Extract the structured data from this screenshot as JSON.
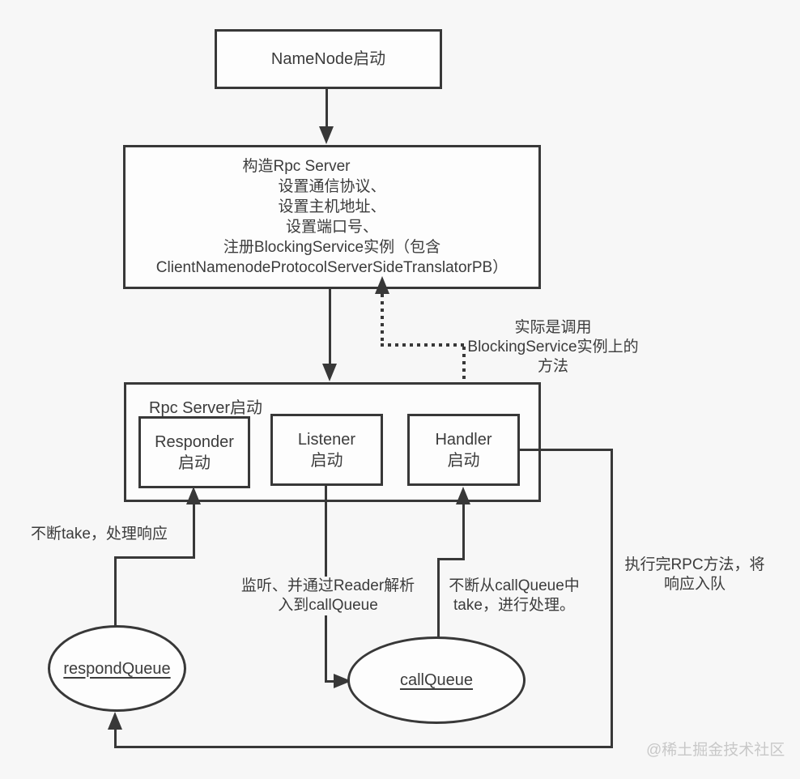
{
  "colors": {
    "background": "#f7f7f7",
    "line": "#383838",
    "text": "#3c3c3c",
    "node_fill": "#fdfdfd",
    "watermark": "#c8c8c8"
  },
  "nodes": {
    "namenode": {
      "label": "NameNode启动"
    },
    "construct": {
      "lines": [
        "构造Rpc Server",
        "设置通信协议、",
        "设置主机地址、",
        "设置端口号、",
        "注册BlockingService实例（包含",
        "ClientNamenodeProtocolServerSideTranslatorPB）"
      ]
    },
    "rpc_server_group": {
      "label": "Rpc Server启动"
    },
    "responder": {
      "line1": "Responder",
      "line2": "启动"
    },
    "listener": {
      "line1": "Listener",
      "line2": "启动"
    },
    "handler": {
      "line1": "Handler",
      "line2": "启动"
    },
    "respond_queue": {
      "label": "respondQueue"
    },
    "call_queue": {
      "label": "callQueue"
    }
  },
  "annotations": {
    "blocking_call": {
      "lines": [
        "实际是调用",
        "BlockingService实例上的",
        "方法"
      ]
    },
    "responder_take": "不断take，处理响应",
    "listener_parse": {
      "lines": [
        "监听、并通过Reader解析",
        "入到callQueue"
      ]
    },
    "handler_take": {
      "lines": [
        "不断从callQueue中",
        "take，进行处理。"
      ]
    },
    "response_enqueue": {
      "lines": [
        "执行完RPC方法，将",
        "响应入队"
      ]
    }
  },
  "watermark": "@稀土掘金技术社区"
}
